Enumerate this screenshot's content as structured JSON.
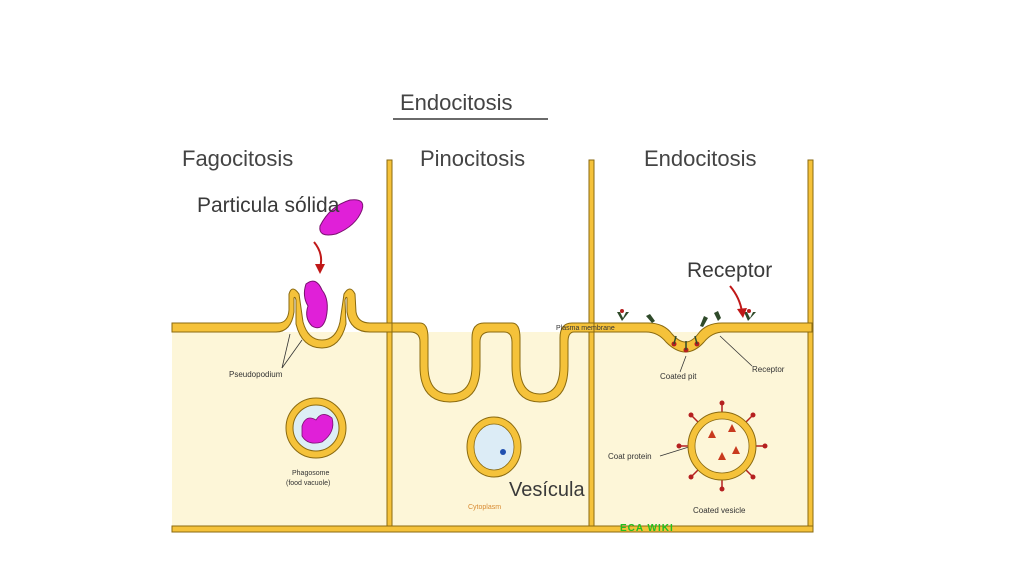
{
  "title": "Endocitosis",
  "sections": {
    "left": "Fagocitosis",
    "middle": "Pinocitosis",
    "right": "Endocitosis"
  },
  "labels": {
    "particle": "Particula sólida",
    "pseudopodium": "Pseudopodium",
    "phagosome_line1": "Phagosome",
    "phagosome_line2": "(food vacuole)",
    "plasma_membrane": "Plasma membrane",
    "vesicle": "Vesícula",
    "cytoplasm": "Cytoplasm",
    "receptor_big": "Receptor",
    "receptor_small": "Receptor",
    "coated_pit": "Coated pit",
    "coat_protein": "Coat protein",
    "coated_vesicle": "Coated vesicle",
    "watermark": "ECA WIKI"
  },
  "colors": {
    "membrane_fill": "#f5c23a",
    "membrane_edge": "#8a6a10",
    "cell_fill": "#fdf6d8",
    "particle": "#e020d8",
    "arrow": "#c01818",
    "receptor": "#2f4a2a",
    "spike": "#b52020"
  }
}
